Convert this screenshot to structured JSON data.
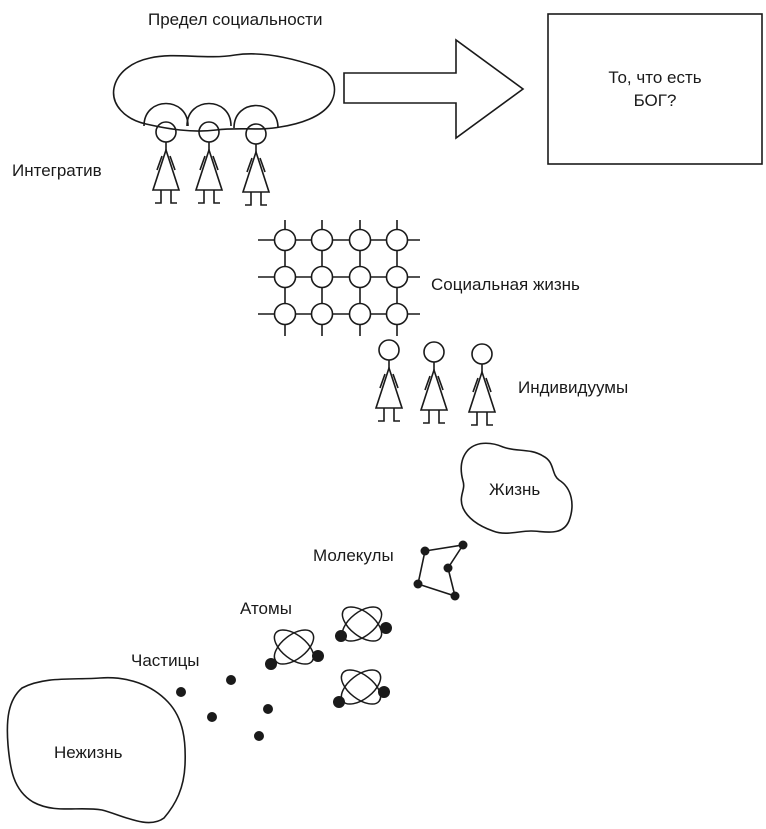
{
  "labels": {
    "limit": "Предел социальности",
    "god_line1": "То, что есть",
    "god_line2": "БОГ?",
    "integrative": "Интегратив",
    "social_life": "Социальная жизнь",
    "individuals": "Индивидуумы",
    "life": "Жизнь",
    "molecules": "Молекулы",
    "atoms": "Атомы",
    "particles": "Частицы",
    "nonlife": "Нежизнь"
  },
  "colors": {
    "ink": "#1a1a1a",
    "background": "#ffffff"
  }
}
